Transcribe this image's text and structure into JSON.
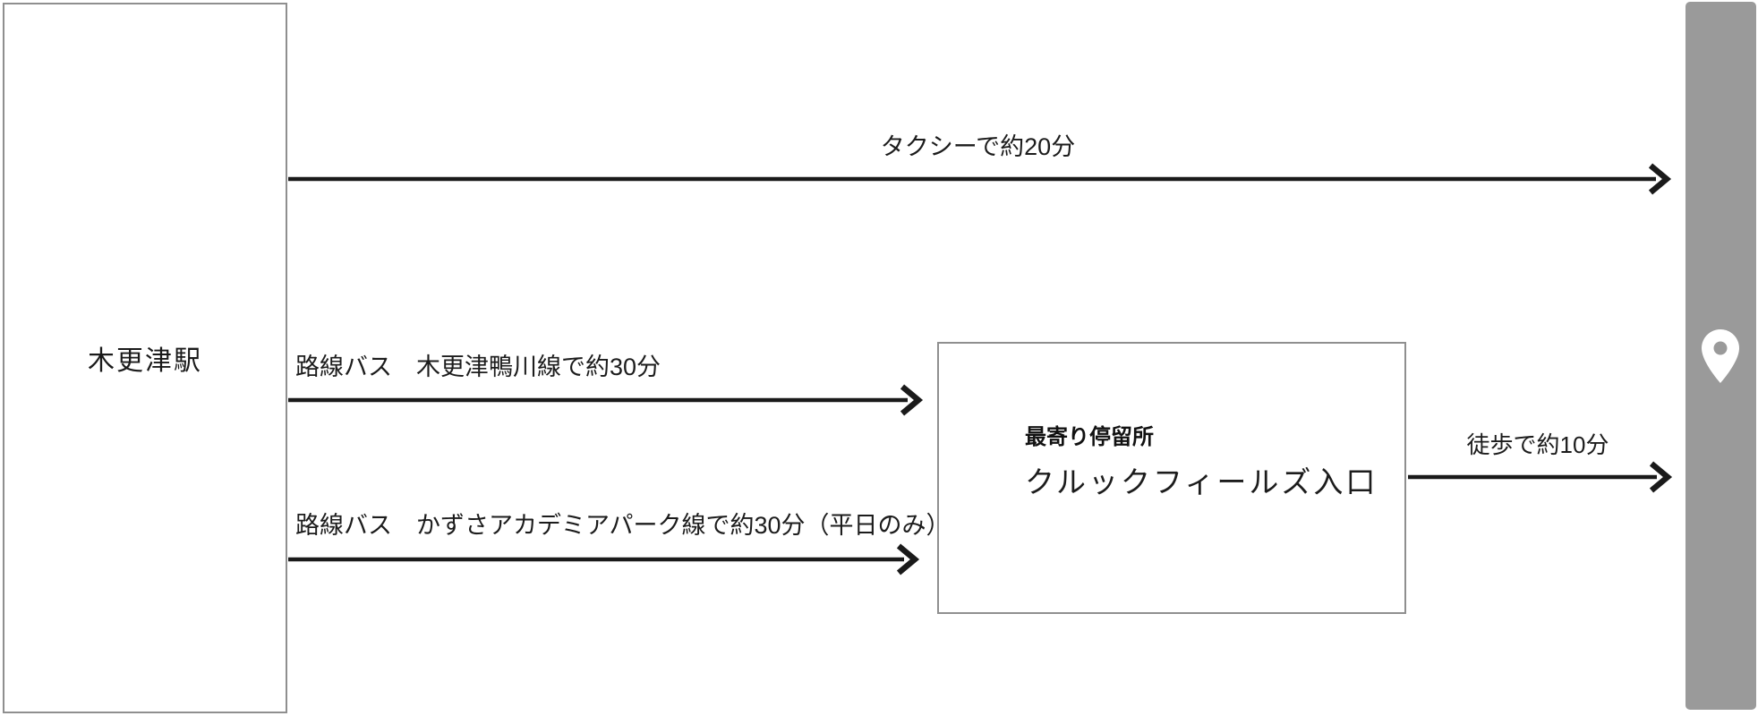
{
  "diagram": {
    "origin": {
      "label": "木更津駅"
    },
    "routes": [
      {
        "mode": "taxi",
        "label": "タクシーで約20分"
      },
      {
        "mode": "bus",
        "label": "路線バス　木更津鴨川線で約30分"
      },
      {
        "mode": "bus",
        "label": "路線バス　かずさアカデミアパーク線で約30分（平日のみ）"
      },
      {
        "mode": "walk",
        "label": "徒歩で約10分"
      }
    ],
    "bus_stop": {
      "caption": "最寄り停留所",
      "name": "クルックフィールズ入口"
    },
    "destination": {
      "icon": "location-pin"
    },
    "colors": {
      "line": "#1a1a1a",
      "box_border": "#8f8f8f",
      "destination_bar": "#9a9a9a",
      "pin": "#ffffff"
    }
  }
}
